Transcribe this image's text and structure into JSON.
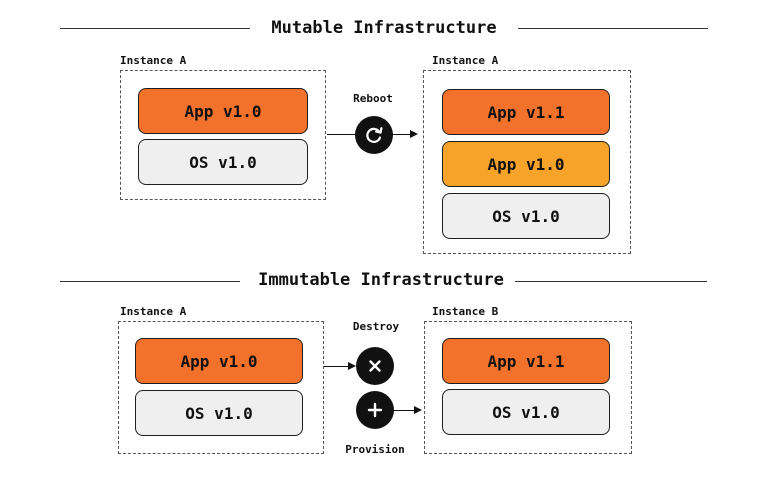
{
  "colors": {
    "orange": "#f2722b",
    "amber": "#f7a228",
    "grey": "#efefef",
    "ink": "#111111"
  },
  "mutable": {
    "title": "Mutable Infrastructure",
    "before": {
      "label": "Instance A",
      "blocks": [
        "App v1.0",
        "OS v1.0"
      ]
    },
    "action": {
      "label": "Reboot",
      "icon": "refresh-icon"
    },
    "after": {
      "label": "Instance A",
      "blocks": [
        "App v1.1",
        "App v1.0",
        "OS v1.0"
      ]
    }
  },
  "immutable": {
    "title": "Immutable Infrastructure",
    "before": {
      "label": "Instance A",
      "blocks": [
        "App v1.0",
        "OS v1.0"
      ]
    },
    "destroy": {
      "label": "Destroy",
      "icon": "close-icon"
    },
    "provision": {
      "label": "Provision",
      "icon": "plus-icon"
    },
    "after": {
      "label": "Instance B",
      "blocks": [
        "App v1.1",
        "OS v1.0"
      ]
    }
  }
}
